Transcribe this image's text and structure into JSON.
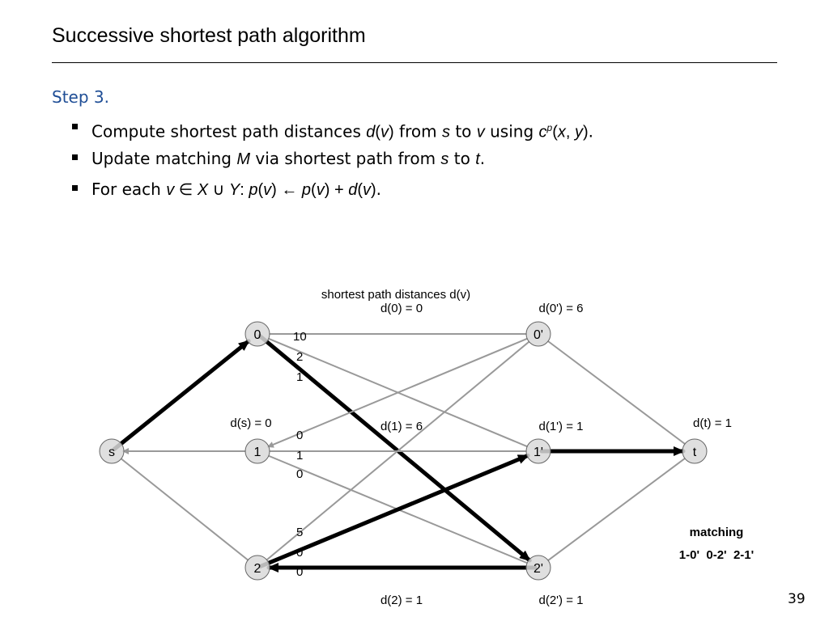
{
  "slide": {
    "title": "Successive shortest path algorithm",
    "step": "Step 3.",
    "page_number": "39"
  },
  "bullets": [
    {
      "parts": [
        {
          "t": "Compute shortest path distances "
        },
        {
          "t": "d",
          "s": "m"
        },
        {
          "t": "(",
          "s": "n"
        },
        {
          "t": "v",
          "s": "m"
        },
        {
          "t": ")",
          "s": "n"
        },
        {
          "t": " from "
        },
        {
          "t": "s",
          "s": "m"
        },
        {
          "t": " to "
        },
        {
          "t": "v",
          "s": "m"
        },
        {
          "t": " using "
        },
        {
          "t": "c",
          "s": "m"
        },
        {
          "t": "p",
          "s": "m-sup"
        },
        {
          "t": "(",
          "s": "n"
        },
        {
          "t": "x",
          "s": "m"
        },
        {
          "t": ", ",
          "s": "n"
        },
        {
          "t": "y",
          "s": "m"
        },
        {
          "t": ")",
          "s": "n"
        },
        {
          "t": "."
        }
      ]
    },
    {
      "parts": [
        {
          "t": "Update matching "
        },
        {
          "t": "M",
          "s": "m"
        },
        {
          "t": " via shortest path from "
        },
        {
          "t": "s",
          "s": "m"
        },
        {
          "t": " to "
        },
        {
          "t": "t",
          "s": "m"
        },
        {
          "t": "."
        }
      ]
    },
    {
      "parts": [
        {
          "t": "For each "
        },
        {
          "t": "v",
          "s": "m"
        },
        {
          "t": " ∈ ",
          "s": "n"
        },
        {
          "t": "X",
          "s": "m"
        },
        {
          "t": " ∪ ",
          "s": "n"
        },
        {
          "t": "Y",
          "s": "m"
        },
        {
          "t": ":  ",
          "s": "n"
        },
        {
          "t": "p",
          "s": "m"
        },
        {
          "t": "(",
          "s": "n"
        },
        {
          "t": "v",
          "s": "m"
        },
        {
          "t": ")",
          "s": "n"
        },
        {
          "t": "  ← ",
          "s": "n"
        },
        {
          "t": "p",
          "s": "m"
        },
        {
          "t": "(",
          "s": "n"
        },
        {
          "t": "v",
          "s": "m"
        },
        {
          "t": ")",
          "s": "n"
        },
        {
          "t": " + ",
          "s": "n"
        },
        {
          "t": "d",
          "s": "m"
        },
        {
          "t": "(",
          "s": "n"
        },
        {
          "t": "v",
          "s": "m"
        },
        {
          "t": ")",
          "s": "n"
        },
        {
          "t": "."
        }
      ]
    }
  ],
  "diagram": {
    "caption": "shortest path distances d(v)",
    "nodes": [
      {
        "id": "s",
        "label": "s"
      },
      {
        "id": "0",
        "label": "0"
      },
      {
        "id": "1",
        "label": "1"
      },
      {
        "id": "2",
        "label": "2"
      },
      {
        "id": "0p",
        "label": "0'"
      },
      {
        "id": "1p",
        "label": "1'"
      },
      {
        "id": "2p",
        "label": "2'"
      },
      {
        "id": "t",
        "label": "t"
      }
    ],
    "distance_labels": {
      "d_s": "d(s) = 0",
      "d_0": "d(0) = 0",
      "d_1": "d(1) = 6",
      "d_2": "d(2) = 1",
      "d_0p": "d(0') = 6",
      "d_1p": "d(1') = 1",
      "d_2p": "d(2') = 1",
      "d_t": "d(t) = 1"
    },
    "edge_weights": [
      "10",
      "2",
      "1",
      "0",
      "1",
      "0",
      "5",
      "0",
      "0"
    ],
    "edges": [
      {
        "from": "s",
        "to": "0",
        "bold": true,
        "arrow": true
      },
      {
        "from": "1",
        "to": "s",
        "bold": false,
        "arrow": true
      },
      {
        "from": "s",
        "to": "2",
        "bold": false,
        "arrow": false
      },
      {
        "from": "0",
        "to": "0p",
        "bold": false,
        "arrow": false
      },
      {
        "from": "0",
        "to": "1p",
        "bold": false,
        "arrow": false
      },
      {
        "from": "0",
        "to": "2p",
        "bold": true,
        "arrow": true
      },
      {
        "from": "0p",
        "to": "1",
        "bold": false,
        "arrow": true
      },
      {
        "from": "1",
        "to": "1p",
        "bold": false,
        "arrow": false
      },
      {
        "from": "1",
        "to": "2p",
        "bold": false,
        "arrow": false
      },
      {
        "from": "2",
        "to": "0p",
        "bold": false,
        "arrow": false
      },
      {
        "from": "2",
        "to": "1p",
        "bold": true,
        "arrow": true
      },
      {
        "from": "2p",
        "to": "2",
        "bold": true,
        "arrow": true
      },
      {
        "from": "0p",
        "to": "t",
        "bold": false,
        "arrow": false
      },
      {
        "from": "1p",
        "to": "t",
        "bold": true,
        "arrow": true
      },
      {
        "from": "2p",
        "to": "t",
        "bold": false,
        "arrow": false
      }
    ],
    "matching_title": "matching",
    "matching_pairs": "1-0'  0-2'  2-1'",
    "colors": {
      "edge": "#999999",
      "bold_edge": "#000000",
      "node_fill": "#d9d9d9",
      "node_stroke": "#666666"
    }
  }
}
